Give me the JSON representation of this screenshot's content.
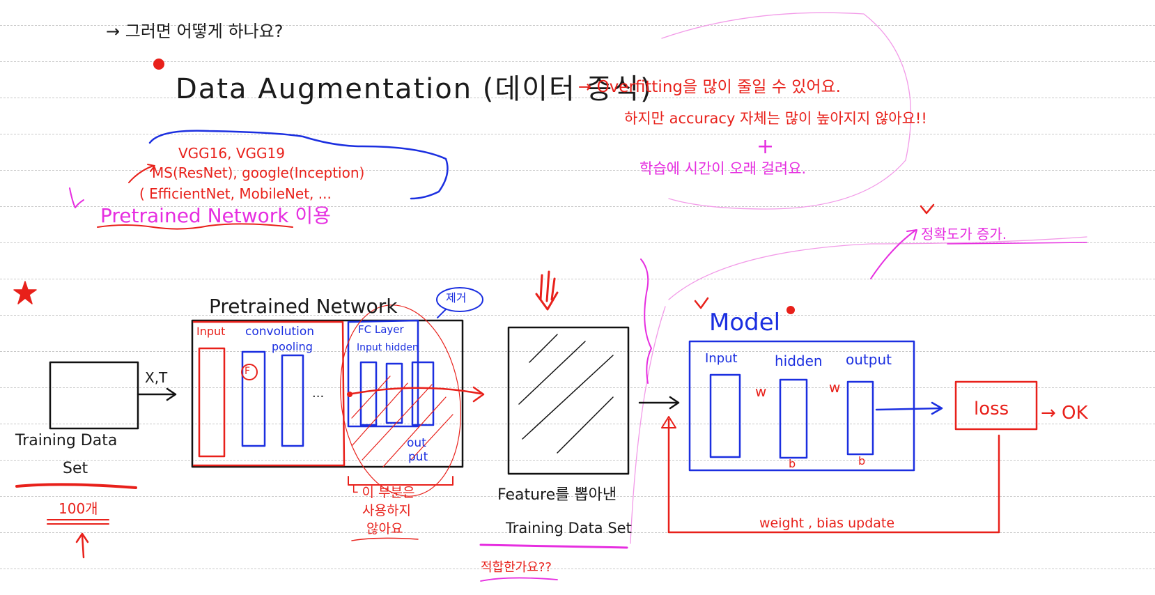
{
  "header": {
    "question": "→ 그러면 어떻게 하나요?",
    "method": "Data Augmentation (데이터 증식)",
    "note_line1": "→ Overfitting을 많이 줄일 수 있어요.",
    "note_line2": "하지만 accuracy 자체는 많이 높아지지 않아요!!",
    "note_plus": "+",
    "note_line3": "학습에 시간이 오래 걸려요."
  },
  "pretrained_list": {
    "row1": "VGG16, VGG19",
    "row2": "MS(ResNet), google(Inception)",
    "row3": "( EfficientNet, MobileNet, ...",
    "label": "Pretrained Network 이용"
  },
  "diagram": {
    "train_set_label1": "Training Data",
    "train_set_label2": "Set",
    "train_set_count": "100개",
    "xt_label": "X,T",
    "pretrained_title": "Pretrained Network",
    "remove_note": "제거",
    "input_label": "Input",
    "conv_label1": "convolution",
    "conv_label2": "pooling",
    "filter_label": "F",
    "ellipsis": "...",
    "fc_label": "FC Layer",
    "fc_sub": "Input hidden",
    "out_label1": "out",
    "out_label2": "put",
    "unused1": "└ 이 부분은",
    "unused2": "사용하지",
    "unused3": "않아요",
    "feature_label1": "Feature를 뽑아낸",
    "feature_label2": "Training Data Set",
    "question2": "적합한가요??",
    "model_title": "Model",
    "model_input": "Input",
    "model_hidden": "hidden",
    "model_output": "output",
    "w1": "w",
    "w2": "w",
    "b1": "b",
    "b2": "b",
    "loss": "loss",
    "ok": "→ OK",
    "update": "weight , bias update",
    "accuracy_up": "정확도가 증가."
  }
}
